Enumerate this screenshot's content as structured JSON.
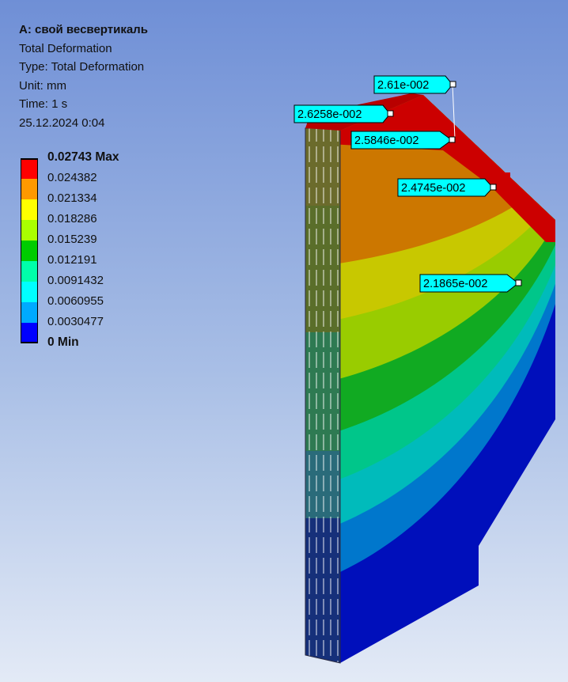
{
  "result": {
    "title": "A: свой весвертикаль",
    "type_name": "Total Deformation",
    "type_line": "Type: Total Deformation",
    "unit_line": "Unit: mm",
    "time_line": "Time: 1 s",
    "date_line": "25.12.2024 0:04"
  },
  "legend": {
    "max_label": "0.02743 Max",
    "min_label": "0 Min",
    "levels": [
      "0.024382",
      "0.021334",
      "0.018286",
      "0.015239",
      "0.012191",
      "0.0091432",
      "0.0060955",
      "0.0030477"
    ],
    "colors": [
      "#ff0000",
      "#ff9900",
      "#ffff00",
      "#aaff00",
      "#00cc00",
      "#00ffaa",
      "#00ffff",
      "#00aaff",
      "#0000ff"
    ]
  },
  "probes": [
    {
      "label": "2.61e-002"
    },
    {
      "label": "2.6258e-002"
    },
    {
      "label": "2.5846e-002"
    },
    {
      "label": "2.4745e-002"
    },
    {
      "label": "2.1865e-002"
    }
  ],
  "colors": {
    "probe_fill": "#00ffff",
    "contour": [
      "#cc0000",
      "#cc7700",
      "#c8c800",
      "#99cc00",
      "#11aa22",
      "#00c68a",
      "#00bbbb",
      "#0077cc",
      "#000fbb"
    ]
  }
}
